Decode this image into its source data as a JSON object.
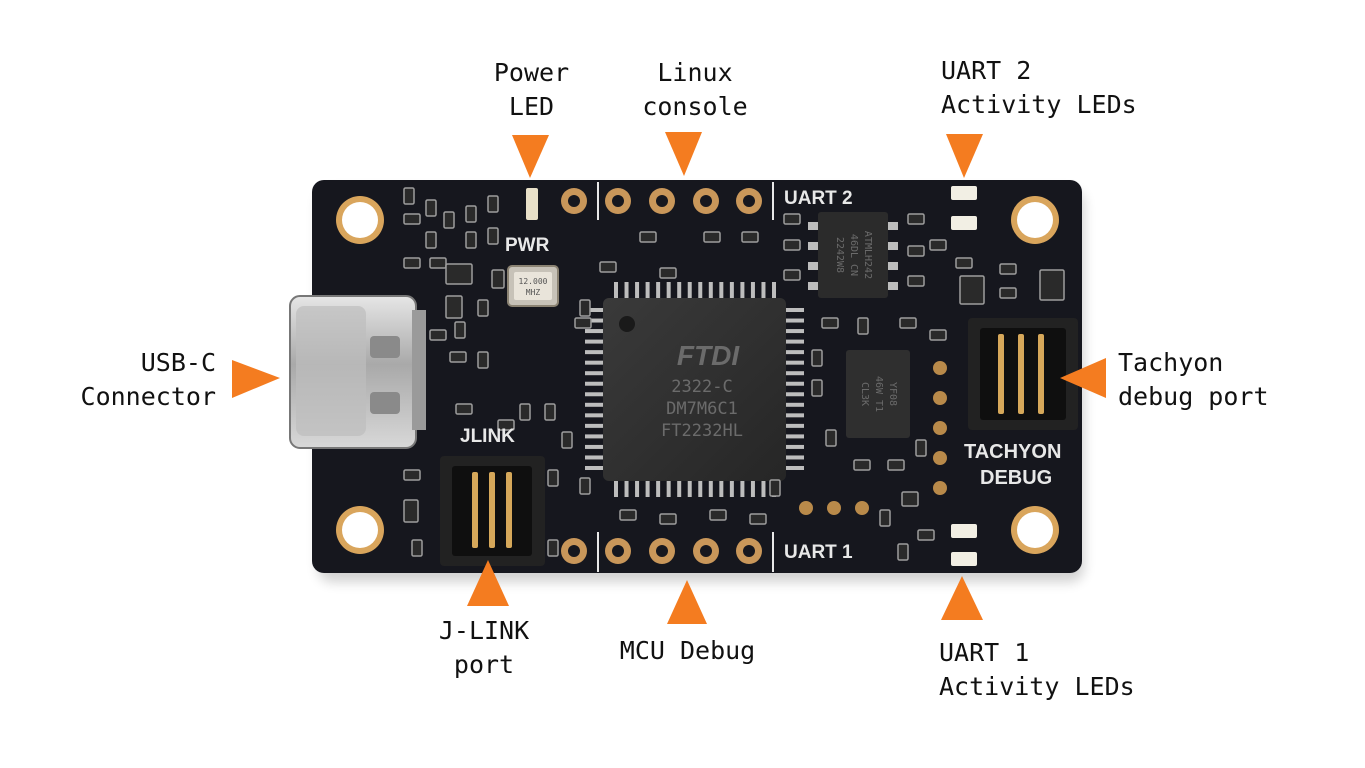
{
  "callouts": {
    "power_led": {
      "line1": "Power",
      "line2": "LED"
    },
    "linux_console": {
      "line1": "Linux",
      "line2": "console"
    },
    "uart2_leds": {
      "line1": "UART 2",
      "line2": "Activity LEDs"
    },
    "usb_c": {
      "line1": "USB-C",
      "line2": "Connector"
    },
    "tachyon_port": {
      "line1": "Tachyon",
      "line2": "debug port"
    },
    "jlink_port": {
      "line1": "J-LINK",
      "line2": "port"
    },
    "mcu_debug": {
      "line1": "MCU Debug"
    },
    "uart1_leds": {
      "line1": "UART 1",
      "line2": "Activity LEDs"
    }
  },
  "silkscreen": {
    "pwr": "PWR",
    "uart2": "UART 2",
    "uart1": "UART 1",
    "jlink": "JLINK",
    "tachyon": "TACHYON",
    "debug": "DEBUG",
    "crystal_l1": "12.000",
    "crystal_l2": "MHZ"
  },
  "chip_markings": {
    "brand": "FTDI",
    "line1": "2322-C",
    "line2": "DM7M6C1",
    "line3": "FT2232HL",
    "eeprom_l1": "ATMLH242",
    "eeprom_l2": "46DL CN",
    "eeprom_l3": "2242W8",
    "qfn_l1": "YF08",
    "qfn_l2": "46W T1",
    "qfn_l3": "CL3K"
  },
  "colors": {
    "accent": "#F47C20",
    "board": "#16171e",
    "gold": "#b98a4a",
    "text": "#111111"
  }
}
